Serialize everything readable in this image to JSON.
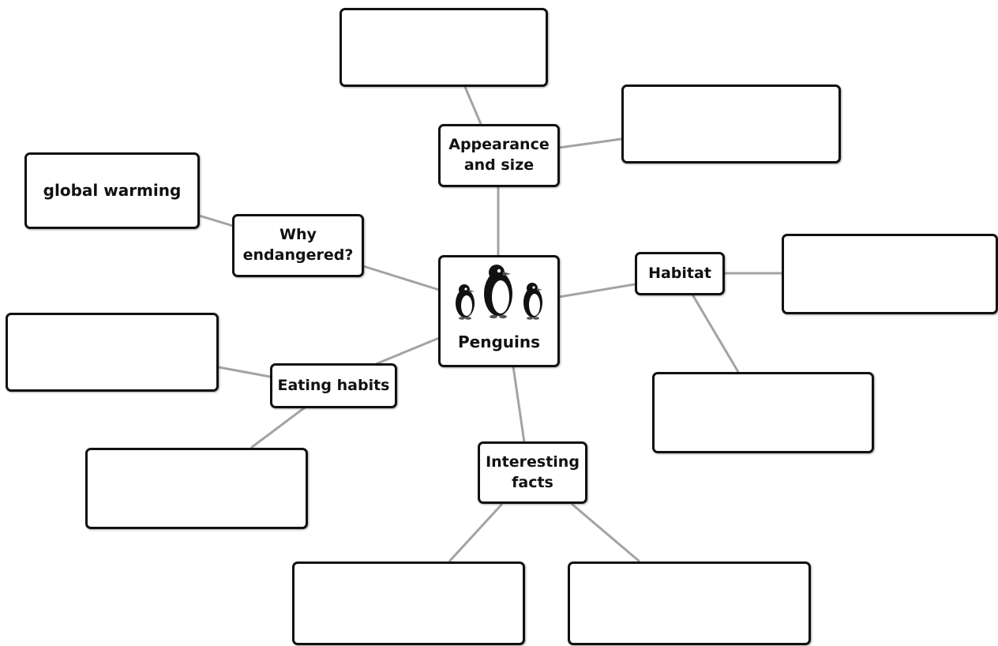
{
  "central": {
    "title": "Penguins",
    "image": "penguins-icon"
  },
  "branches": {
    "appearance": {
      "label": "Appearance\nand size"
    },
    "why_endangered": {
      "label": "Why\nendangered?",
      "answer": "global warming"
    },
    "habitat": {
      "label": "Habitat"
    },
    "eating": {
      "label": "Eating habits"
    },
    "facts": {
      "label": "Interesting\nfacts"
    }
  },
  "colors": {
    "border": "#111111",
    "connector": "#a3a3a3",
    "background": "#ffffff"
  }
}
